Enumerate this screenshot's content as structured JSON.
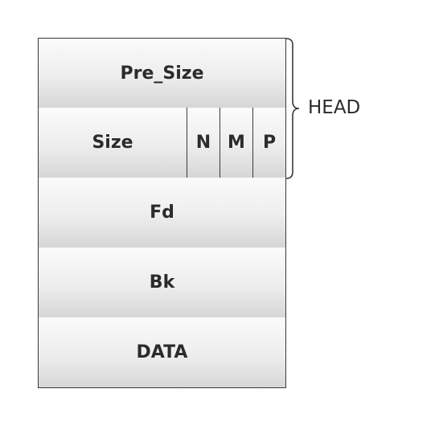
{
  "blocks": {
    "pre_size": "Pre_Size",
    "size": "Size",
    "n_flag": "N",
    "m_flag": "M",
    "p_flag": "P",
    "fd": "Fd",
    "bk": "Bk",
    "data": "DATA"
  },
  "brace_label": "HEAD"
}
